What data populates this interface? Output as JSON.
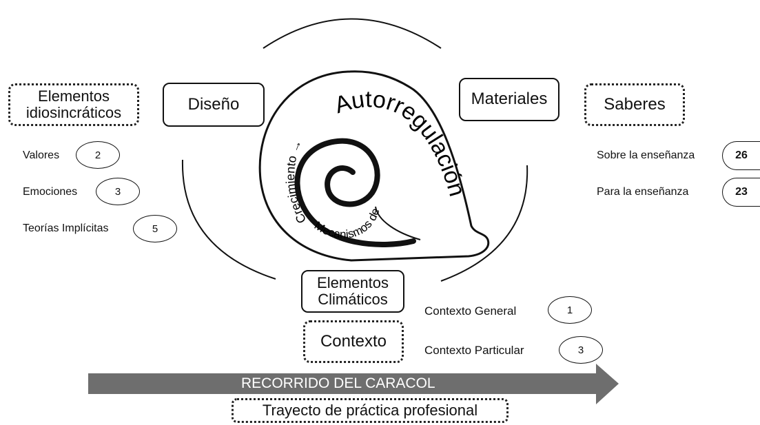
{
  "center_title": "Autorregulación",
  "spiral_label_1": "Crecimiento",
  "spiral_arrow": "→",
  "spiral_label_2": "Mecanismos de",
  "left_box": "Elementos idiosincráticos",
  "left_items": [
    {
      "label": "Valores",
      "value": "2"
    },
    {
      "label": "Emociones",
      "value": "3"
    },
    {
      "label": "Teorías Implícitas",
      "value": "5"
    }
  ],
  "design_box": "Diseño",
  "materials_box": "Materiales",
  "right_box": "Saberes",
  "right_items": [
    {
      "label": "Sobre la enseñanza",
      "value": "26"
    },
    {
      "label": "Para la enseñanza",
      "value": "23"
    }
  ],
  "climatic_box": "Elementos Climáticos",
  "context_box": "Contexto",
  "context_items": [
    {
      "label": "Contexto General",
      "value": "1"
    },
    {
      "label": "Contexto Particular",
      "value": "3"
    }
  ],
  "arrow_label": "RECORRIDO DEL CARACOL",
  "bottom_box": "Trayecto de práctica profesional"
}
